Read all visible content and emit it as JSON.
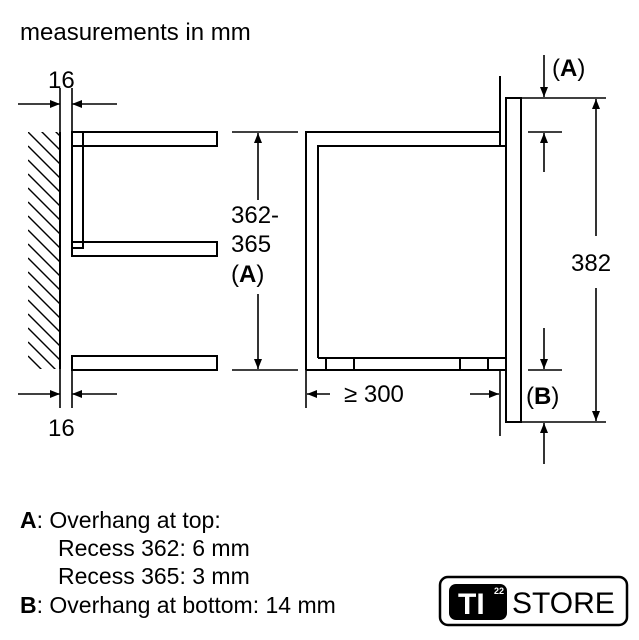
{
  "header": {
    "title": "measurements in mm"
  },
  "dimensions": {
    "side_top": "16",
    "side_bottom": "16",
    "height_line1": "362-",
    "height_line2": "365",
    "height_line3": "(A)",
    "depth": "≥ 300",
    "total_height": "382",
    "marker_top": "(A)",
    "marker_bottom": "(B)"
  },
  "legend": {
    "a_key": "A",
    "a_title": ": Overhang at top:",
    "a_line1": "Recess 362: 6 mm",
    "a_line2": "Recess 365: 3 mm",
    "b_key": "B",
    "b_title": ": Overhang at bottom: 14 mm"
  },
  "logo": {
    "ti": "TI",
    "sup": "22",
    "store": "STORE"
  }
}
